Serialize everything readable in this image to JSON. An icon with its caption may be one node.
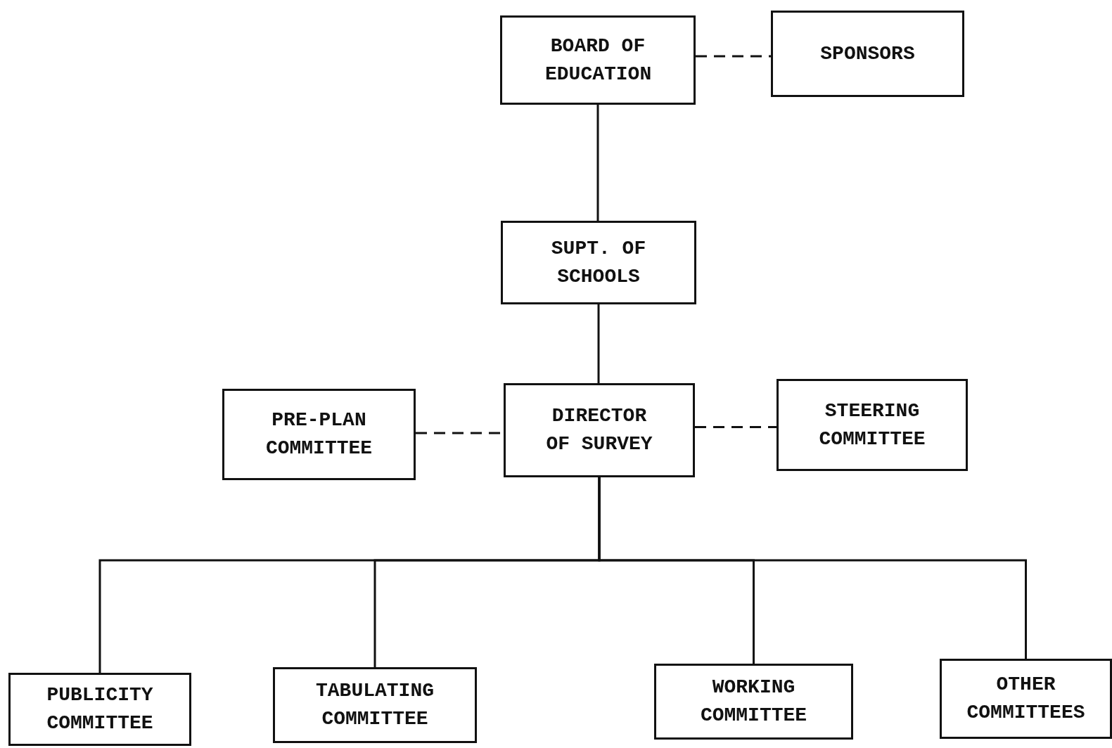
{
  "diagram": {
    "nodes": [
      {
        "text": [
          "BOARD OF EDUCATION"
        ]
      },
      {
        "text": [
          "SPONSORS"
        ]
      },
      {
        "text": [
          "SUPT. OF SCHOOLS"
        ]
      },
      {
        "text": [
          "PRE-PLAN COMMITTEE"
        ]
      },
      {
        "text": [
          "DIRECTOR OF SURVEY"
        ]
      },
      {
        "text": [
          "STEERING COMMITTEE"
        ]
      },
      {
        "text": [
          "PUBLICITY COMMITTEE"
        ]
      },
      {
        "text": [
          "TABULATING COMMITTEE"
        ]
      },
      {
        "text": [
          "WORKING COMMITTEE"
        ]
      },
      {
        "text": [
          "OTHER COMMITTEES"
        ]
      }
    ],
    "edges": [
      {
        "from": 0,
        "to": 1,
        "arrow": "none",
        "style": "dashed"
      },
      {
        "from": 0,
        "to": 2,
        "arrow": "none"
      },
      {
        "from": 2,
        "to": 4,
        "arrow": "none"
      },
      {
        "from": 3,
        "to": 4,
        "arrow": "none",
        "style": "dashed"
      },
      {
        "from": 4,
        "to": 5,
        "arrow": "none",
        "style": "dashed"
      },
      {
        "from": 4,
        "to": 6,
        "arrow": "none"
      },
      {
        "from": 4,
        "to": 7,
        "arrow": "none"
      },
      {
        "from": 4,
        "to": 8,
        "arrow": "none"
      },
      {
        "from": 4,
        "to": 9,
        "arrow": "none"
      }
    ]
  }
}
